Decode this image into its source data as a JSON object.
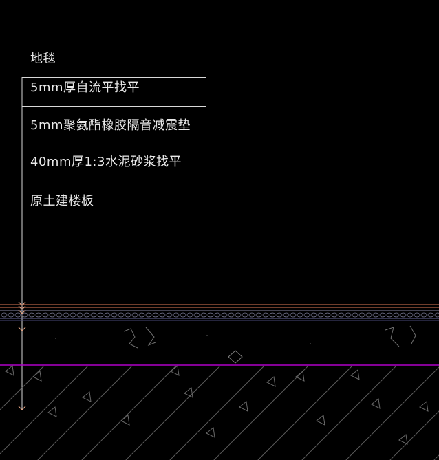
{
  "callout": {
    "title": "地毯",
    "layers": [
      "5mm厚自流平找平",
      "5mm聚氨酯橡胶隔音减震垫",
      "40mm厚1:3水泥砂浆找平",
      "原土建楼板"
    ]
  },
  "colors": {
    "background": "#000000",
    "line": "#d8d8d8",
    "carpet": "#e07a56",
    "leveling": "#9a9ab0",
    "mortar_fill": "#808080",
    "slab_top": "#b000c8",
    "hatch": "#5a5a5a"
  },
  "icons": [
    "leader-arrow-icon"
  ]
}
